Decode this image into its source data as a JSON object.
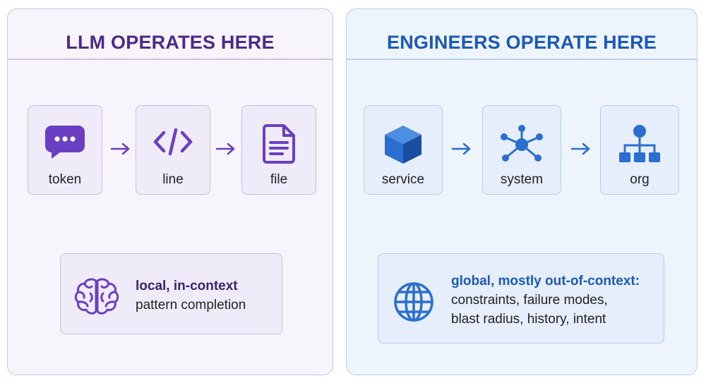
{
  "left_panel": {
    "title": "LLM OPERATES HERE",
    "nodes": [
      {
        "label": "token",
        "icon": "chat-bubble-icon"
      },
      {
        "label": "line",
        "icon": "code-brackets-icon"
      },
      {
        "label": "file",
        "icon": "document-icon"
      }
    ],
    "callout": {
      "icon": "brain-icon",
      "line1": "local, in-context",
      "line2": "pattern completion"
    }
  },
  "right_panel": {
    "title": "ENGINEERS OPERATE HERE",
    "nodes": [
      {
        "label": "service",
        "icon": "cube-icon"
      },
      {
        "label": "system",
        "icon": "network-hub-icon"
      },
      {
        "label": "org",
        "icon": "org-chart-icon"
      }
    ],
    "callout": {
      "icon": "globe-icon",
      "line1": "global, mostly out-of-context:",
      "line2": "constraints, failure modes,",
      "line3": "blast radius, history, intent"
    }
  },
  "colors": {
    "left_accent": "#6a3fc4",
    "left_title": "#4b2a8a",
    "right_accent": "#1b5ab8",
    "right_icon": "#2a6fd0"
  }
}
